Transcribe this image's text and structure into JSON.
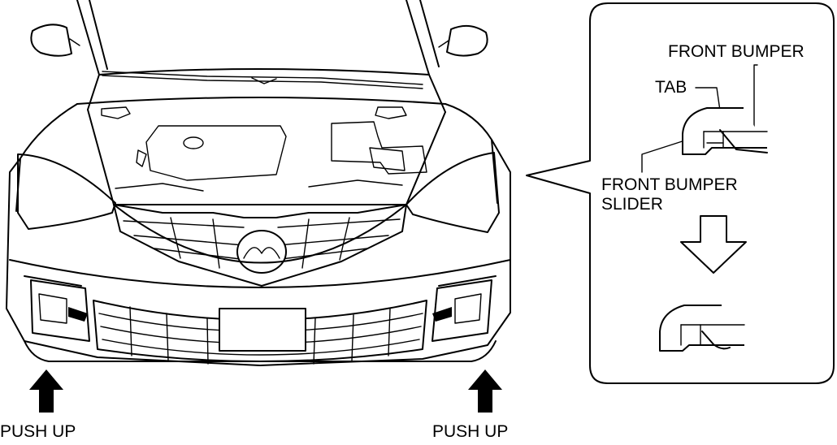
{
  "labels": {
    "push_up_left": "PUSH UP",
    "push_up_right": "PUSH UP",
    "front_bumper": "FRONT BUMPER",
    "tab": "TAB",
    "front_bumper_slider_line1": "FRONT BUMPER",
    "front_bumper_slider_line2": "SLIDER"
  },
  "icons": {
    "push_arrows": "up-arrow-icon",
    "step_arrow": "down-arrow-icon"
  },
  "colors": {
    "line": "#000000",
    "background": "#ffffff"
  }
}
